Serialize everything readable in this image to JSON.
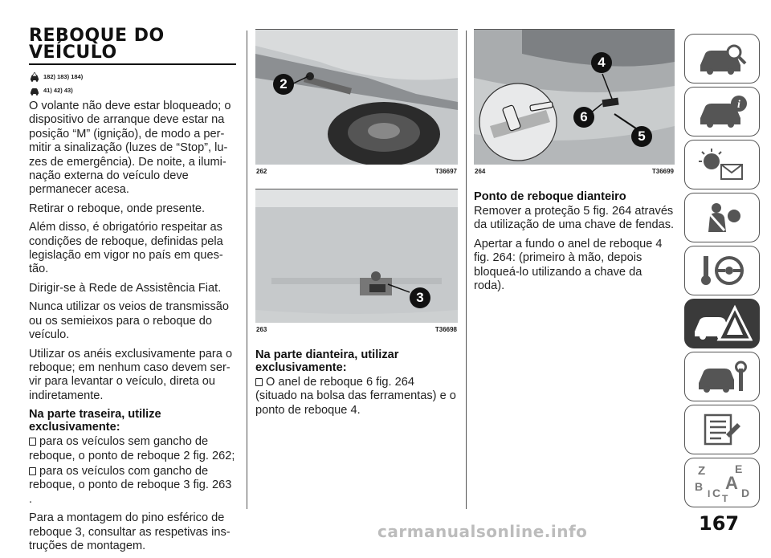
{
  "title_line1": "REBOQUE DO",
  "title_line2": "VEÍCULO",
  "refs1": "182) 183) 184)",
  "refs2": "41) 42) 43)",
  "para1": "O volante não deve estar bloqueado; o dispositivo de arranque deve estar na posição “M” (ignição), de modo a per-mitir a sinalização (luzes de “Stop”, lu-zes de emergência). De noite, a ilumi-nação externa do veículo deve permanecer acesa.",
  "para2": "Retirar o reboque, onde presente.",
  "para3": "Além disso, é obrigatório respeitar as condições de reboque, definidas pela legislação em vigor no país em ques-tão.",
  "para4": "Dirigir-se à Rede de Assistência Fiat.",
  "para5": "Nunca utilizar os veios de transmissão ou os semieixos para o reboque do veículo.",
  "para6": "Utilizar os anéis exclusivamente para o reboque; em nenhum caso devem ser-vir para levantar o veículo, direta ou indiretamente.",
  "rear_heading": "Na parte traseira, utilize exclusivamente:",
  "bullet1": "para os veículos sem gancho de reboque, o ponto de reboque 2 fig. 262;",
  "bullet2": "para os veículos com gancho de reboque, o ponto de reboque 3 fig. 263 .",
  "para7": "Para a montagem do pino esférico de reboque 3, consultar as respetivas ins-truções de montagem.",
  "fig262": {
    "num": "262",
    "code": "T36697",
    "callout": "2"
  },
  "fig263": {
    "num": "263",
    "code": "T36698",
    "callout": "3"
  },
  "fig264": {
    "num": "264",
    "code": "T36699",
    "callout_a": "4",
    "callout_b": "6",
    "callout_c": "5"
  },
  "front_heading": "Na parte dianteira, utilizar exclusivamente:",
  "bullet3": "O anel de reboque 6 fig. 264 (situado na bolsa das ferramentas) e o ponto de reboque 4.",
  "front_point_heading": "Ponto de reboque dianteiro",
  "para8": "Remover a proteção 5 fig. 264 através da utilização de uma chave de fendas.",
  "para9": "Apertar a fundo o anel de reboque 4 fig. 264: (primeiro à mão, depois bloqueá-lo utilizando a chave da roda).",
  "sidebar_letters": [
    "Z",
    "E",
    "B",
    "A",
    "C",
    "D",
    "T",
    "I"
  ],
  "page_number": "167",
  "watermark": "carmanualsonline.info",
  "colors": {
    "text": "#222222",
    "sidebar_active": "#3a3a3a",
    "accent_warning": "#ffffff"
  }
}
